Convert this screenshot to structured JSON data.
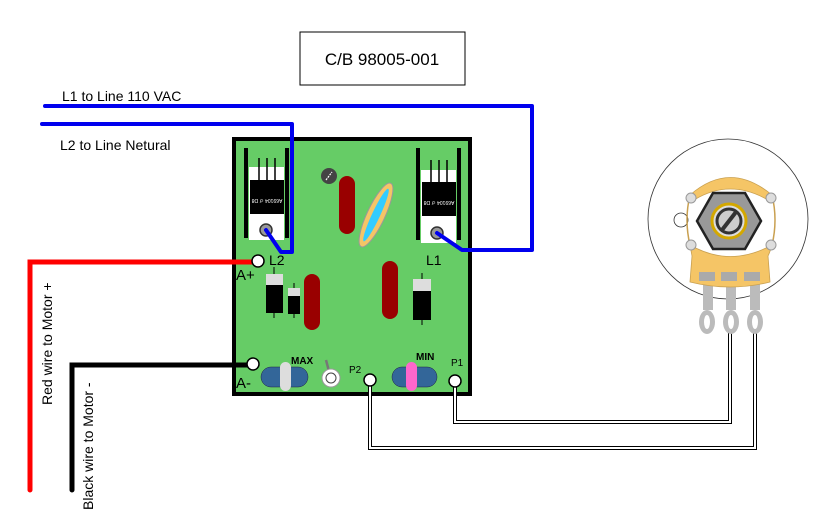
{
  "title": "C/B 98005-001",
  "wires": {
    "l1_label": "L1 to Line 110 VAC",
    "l2_label": "L2 to Line Netural",
    "red_label": "Red wire to Motor +",
    "black_label": "Black wire to Motor -"
  },
  "board": {
    "l1": "L1",
    "l2": "L2",
    "a_plus": "A+",
    "a_minus": "A-",
    "max": "MAX",
    "min": "MIN",
    "p1": "P1",
    "p2": "P2",
    "chip_text": "A69104 ↺ D8"
  },
  "colors": {
    "board": "#66cc66",
    "line_wire": "#0000ee",
    "motor_plus": "#ff0000",
    "motor_minus": "#000000",
    "resistor": "#990000",
    "pot_body": "#f5c566"
  }
}
